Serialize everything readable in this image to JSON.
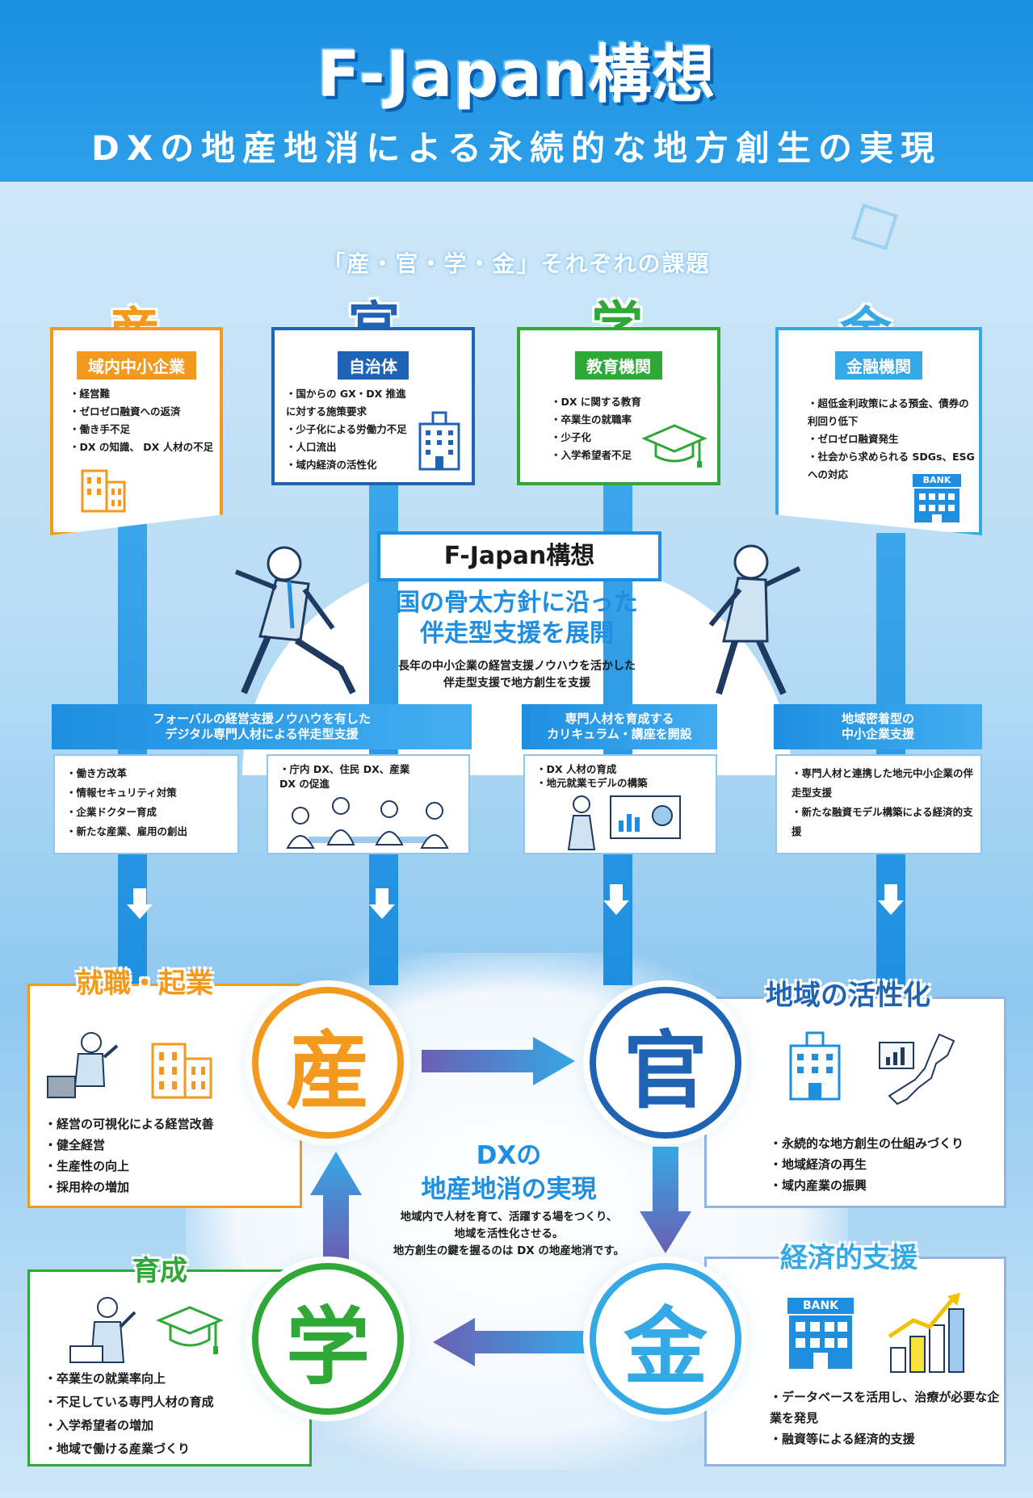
{
  "header": {
    "title": "F-Japan構想",
    "subtitle": "DXの地産地消による永続的な地方創生の実現"
  },
  "challenges": {
    "title": "「産・官・学・金」それぞれの課題",
    "columns": [
      {
        "kanji": "産",
        "label": "域内中小企業",
        "color": "#f39a1e",
        "items": [
          "経営難",
          "ゼロゼロ融資への返済",
          "働き手不足",
          "DX の知識、 DX 人材の不足"
        ]
      },
      {
        "kanji": "官",
        "label": "自治体",
        "color": "#1f63b5",
        "items": [
          "国からの GX・DX 推進に対する施策要求",
          "少子化による労働力不足",
          "人口流出",
          "域内経済の活性化"
        ]
      },
      {
        "kanji": "学",
        "label": "教育機関",
        "color": "#2fa838",
        "items": [
          "DX に関する教育",
          "卒業生の就職率",
          "少子化",
          "入学希望者不足"
        ]
      },
      {
        "kanji": "金",
        "label": "金融機関",
        "color": "#35a8e6",
        "items": [
          "超低金利政策による預金、債券の利回り低下",
          "ゼロゼロ融資発生",
          "社会から求められる SDGs、ESG への対応"
        ]
      }
    ]
  },
  "center": {
    "name": "F-Japan構想",
    "heading_line1": "国の骨太方針に沿った",
    "heading_line2": "伴走型支援を展開",
    "desc_line1": "長年の中小企業の経営支援ノウハウを活かした",
    "desc_line2": "伴走型支援で地方創生を支援"
  },
  "supports": [
    {
      "header_line1": "フォーバルの経営支援ノウハウを有した",
      "header_line2": "デジタル専門人材による伴走型支援",
      "items_left": [
        "働き方改革",
        "情報セキュリティ対策",
        "企業ドクター育成",
        "新たな産業、雇用の創出"
      ],
      "items_right": [
        "庁内 DX、住民 DX、産業 DX の促進"
      ]
    },
    {
      "header_line1": "専門人材を育成する",
      "header_line2": "カリキュラム・講座を開設",
      "items": [
        "DX 人材の育成",
        "地元就業モデルの構築"
      ]
    },
    {
      "header_line1": "地域密着型の",
      "header_line2": "中小企業支援",
      "items": [
        "専門人材と連携した地元中小企業の伴走型支援",
        "新たな融資モデル構築による経済的支援"
      ]
    }
  ],
  "outcomes": {
    "industry": {
      "title": "就職・起業",
      "color": "#f39a1e",
      "items": [
        "経営の可視化による経営改善",
        "健全経営",
        "生産性の向上",
        "採用枠の増加"
      ]
    },
    "government": {
      "title": "地域の活性化",
      "color": "#1f63b5",
      "items": [
        "永続的な地方創生の仕組みづくり",
        "地域経済の再生",
        "域内産業の振興"
      ]
    },
    "academia": {
      "title": "育成",
      "color": "#2fa838",
      "items": [
        "卒業生の就業率向上",
        "不足している専門人材の育成",
        "入学希望者の増加",
        "地域で働ける産業づくり"
      ]
    },
    "finance": {
      "title": "経済的支援",
      "color": "#35a8e6",
      "items": [
        "データベースを活用し、治療が必要な企業を発見",
        "融資等による経済的支援"
      ]
    }
  },
  "cycle": {
    "circles": [
      "産",
      "官",
      "学",
      "金"
    ],
    "title_line1": "DXの",
    "title_line2": "地産地消の実現",
    "desc_line1": "地域内で人材を育て、活躍する場をつくり、",
    "desc_line2": "地域を活性化させる。",
    "desc_line3": "地方創生の鍵を握るのは DX の地産地消です。"
  },
  "icons": {
    "bank_label": "BANK"
  }
}
